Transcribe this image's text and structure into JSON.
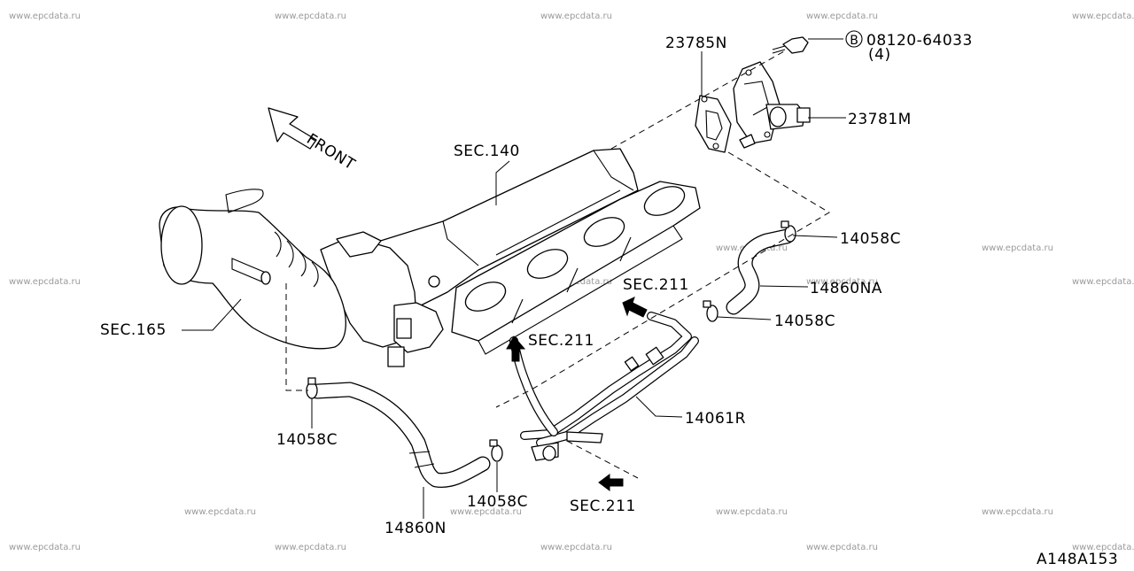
{
  "watermark": "www.epcdata.ru",
  "figure_code": "A148A153",
  "front_label": "FRONT",
  "labels": {
    "gasket": "23785N",
    "bolt_part": "08120-64033",
    "bolt_bullet": "B",
    "bolt_qty": "(4)",
    "egr_valve": "23781M",
    "clamp_upper": "14058C",
    "hose_upper": "14860NA",
    "clamp_mid": "14058C",
    "tube": "14061R",
    "clamp_left": "14058C",
    "clamp_bottom": "14058C",
    "hose_lower": "14860N",
    "sec_140": "SEC.140",
    "sec_165": "SEC.165",
    "sec_211_right": "SEC.211",
    "sec_211_mid": "SEC.211",
    "sec_211_bottom": "SEC.211"
  }
}
